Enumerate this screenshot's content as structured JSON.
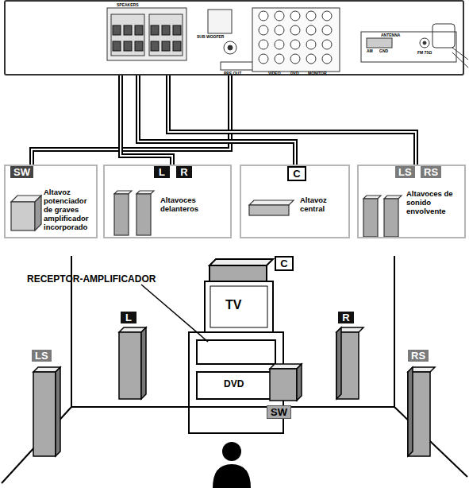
{
  "diagram": {
    "nodes": [
      {
        "text": [
          "SPEAKERS"
        ]
      },
      {
        "text": [
          "SW",
          "Altavoz potenciador de graves amplificador incorporado"
        ]
      },
      {
        "text": [
          "L",
          "R",
          "Altavoces delanteros"
        ]
      },
      {
        "text": [
          "C",
          "Altavoz central"
        ]
      },
      {
        "text": [
          "LS",
          "RS",
          "Altavoces de sonido envolvente"
        ]
      }
    ],
    "edges": [
      {
        "from": 0,
        "to": 1,
        "arrow": "none"
      },
      {
        "from": 0,
        "to": 2,
        "arrow": "none"
      },
      {
        "from": 0,
        "to": 3,
        "arrow": "none"
      },
      {
        "from": 0,
        "to": 4,
        "arrow": "none"
      }
    ],
    "labels": [
      "ANTENNA",
      "AM",
      "GND",
      "FM 75Ω",
      "VIDEO",
      "DVD",
      "MONITOR",
      "SUB WOOFER",
      "PRE OUT",
      "C",
      "RECEPTOR-AMPLIFICADOR",
      "TV",
      "L",
      "R",
      "LS",
      "RS",
      "DVD",
      "SW"
    ]
  }
}
